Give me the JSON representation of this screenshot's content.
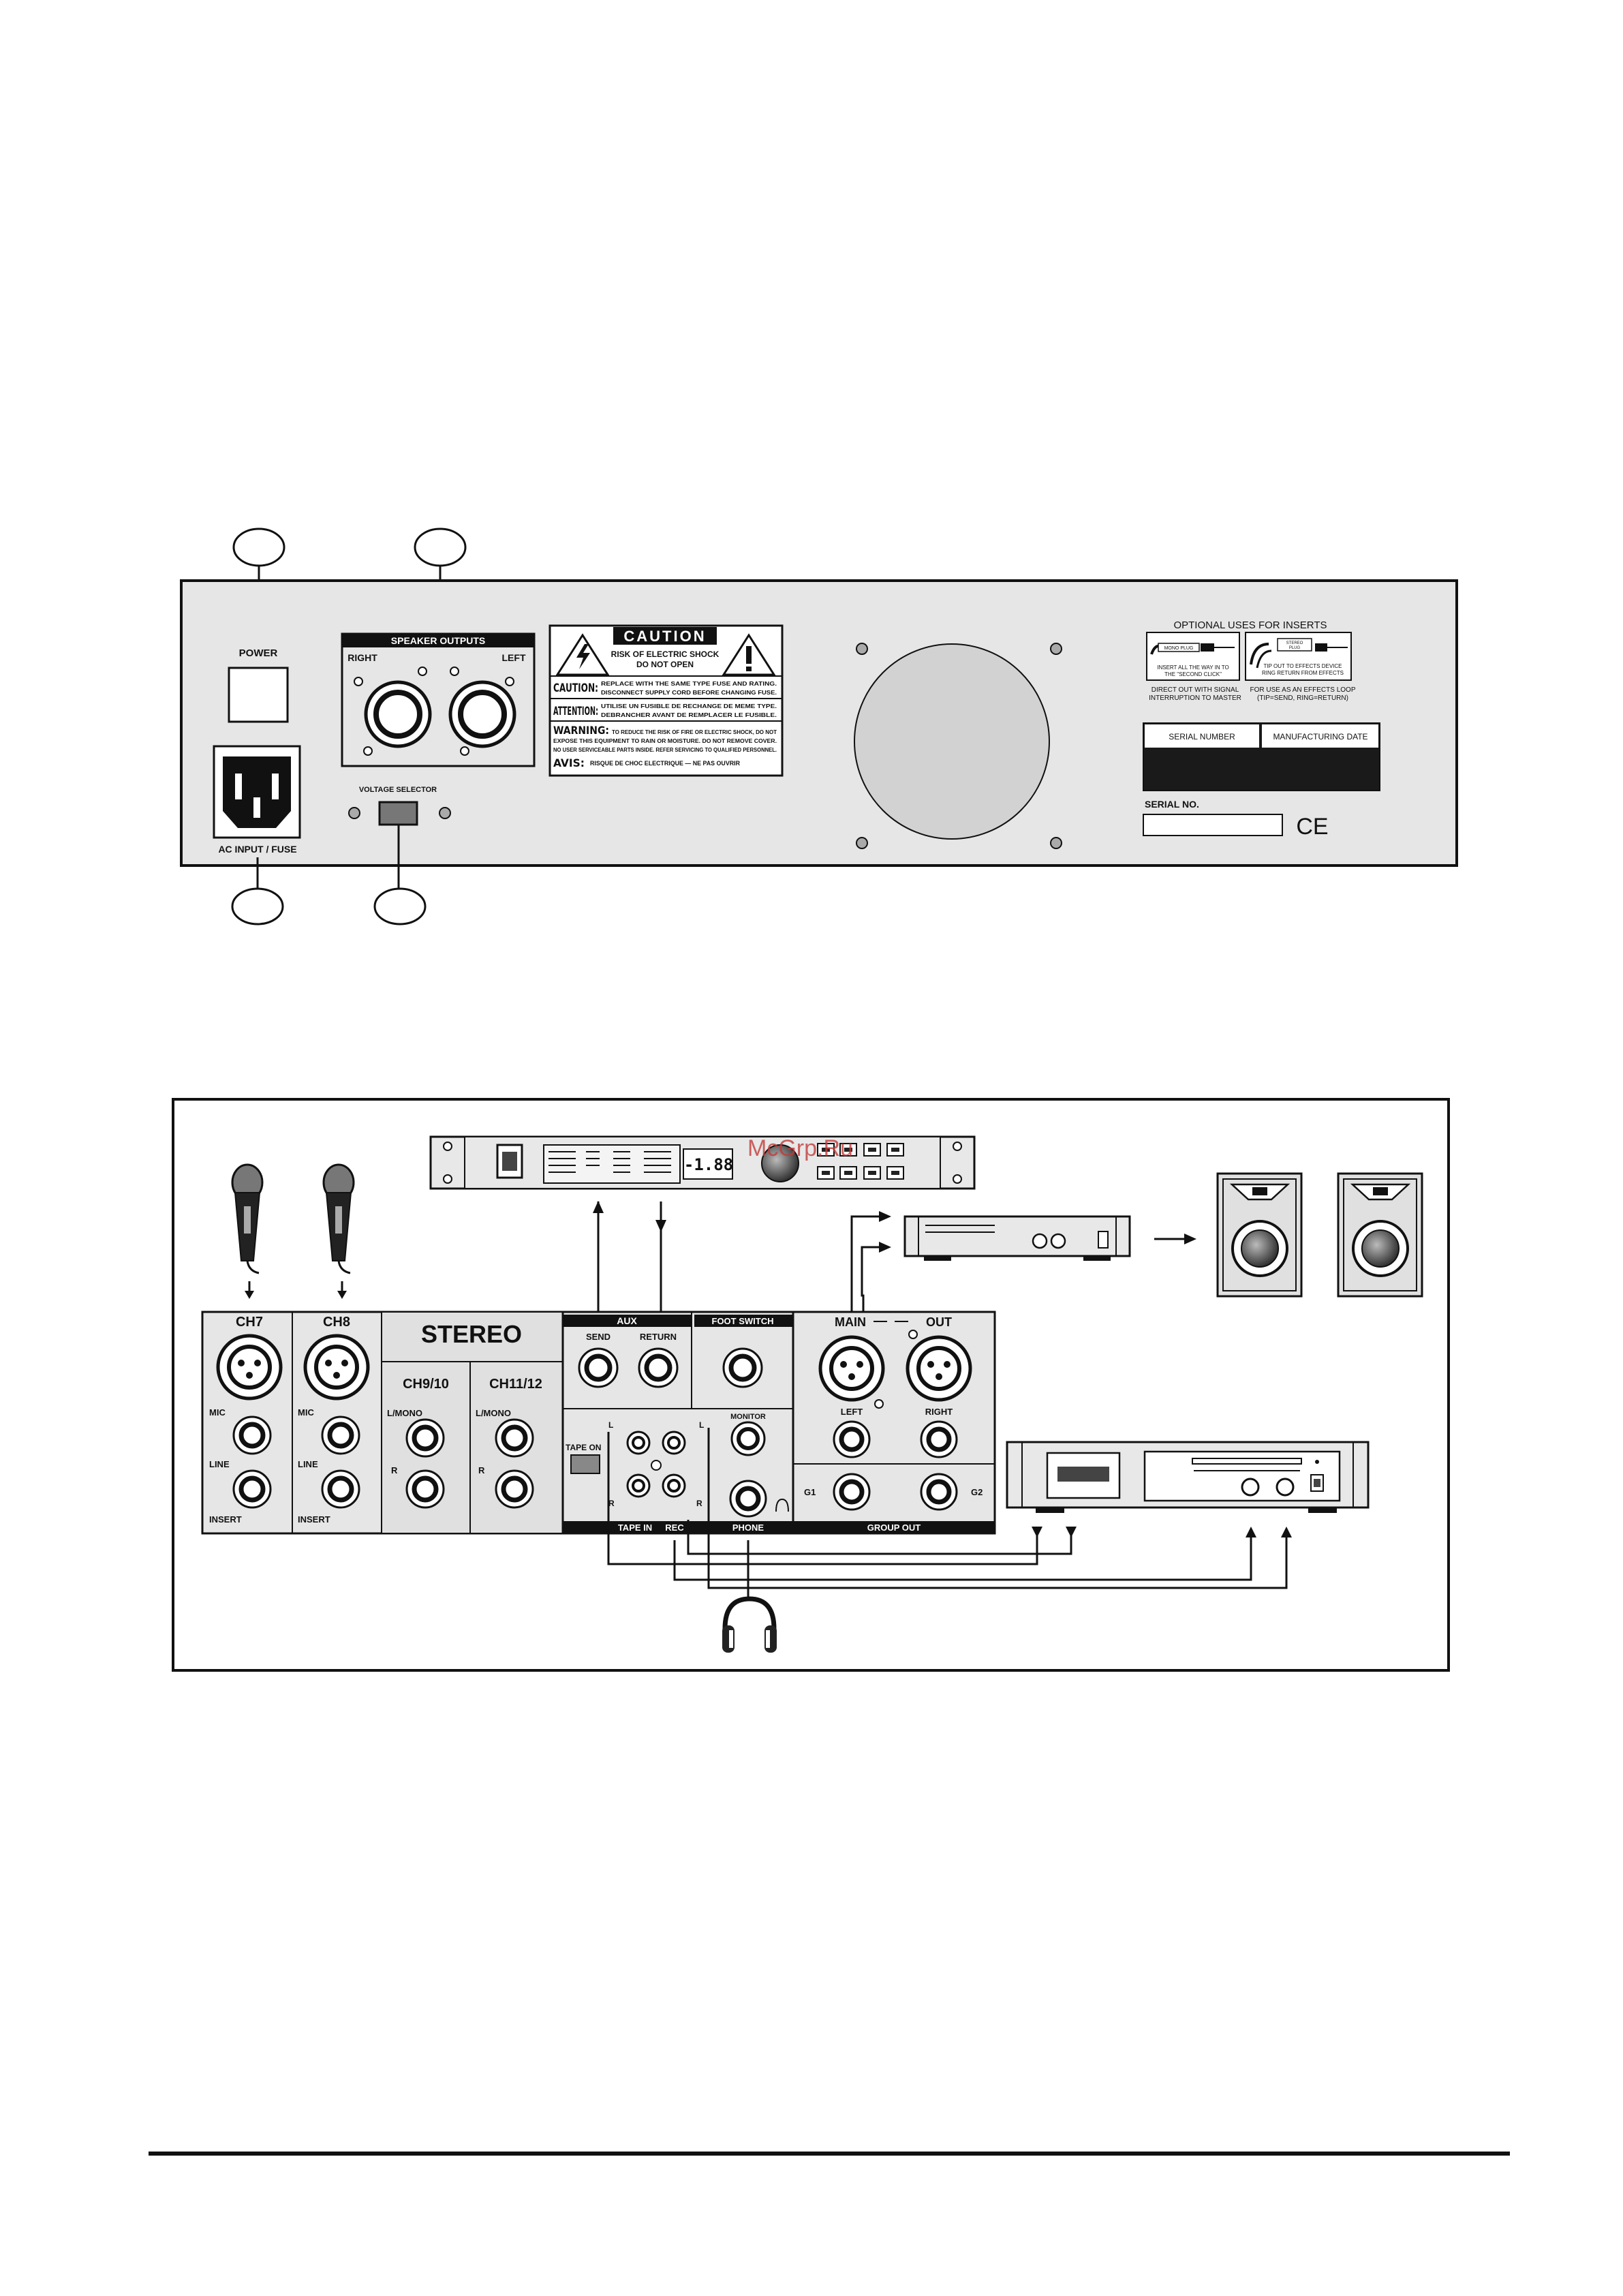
{
  "rear_panel": {
    "power_label": "POWER",
    "ac_input_label": "AC INPUT / FUSE",
    "voltage_selector_label": "VOLTAGE SELECTOR",
    "speaker_outputs_title": "SPEAKER OUTPUTS",
    "speaker_right": "RIGHT",
    "speaker_left": "LEFT",
    "caution": {
      "title": "CAUTION",
      "risk_line1": "RISK OF ELECTRIC SHOCK",
      "risk_line2": "DO NOT OPEN",
      "caution_word": "CAUTION:",
      "caution_l1": "REPLACE WITH THE SAME TYPE FUSE AND RATING.",
      "caution_l2": "DISCONNECT SUPPLY CORD BEFORE CHANGING FUSE.",
      "attention_word": "ATTENTION:",
      "attention_l1": "UTILISE UN FUSIBLE DE RECHANGE DE MEME TYPE.",
      "attention_l2": "DEBRANCHER AVANT DE REMPLACER LE FUSIBLE.",
      "warning_word": "WARNING:",
      "warning_l1": "TO REDUCE THE RISK OF FIRE OR ELECTRIC SHOCK, DO NOT",
      "warning_l2": "EXPOSE THIS EQUIPMENT TO RAIN OR MOISTURE. DO NOT REMOVE COVER.",
      "warning_l3": "NO USER SERVICEABLE PARTS INSIDE. REFER SERVICING TO QUALIFIED PERSONNEL.",
      "avis_word": "AVIS:",
      "avis_text": "RISQUE DE CHOC ELECTRIQUE — NE PAS OUVRIR"
    },
    "optional_inserts_title": "OPTIONAL USES FOR INSERTS",
    "mono_plug": "MONO PLUG",
    "stereo_plug_l1": "STEREO",
    "stereo_plug_l2": "PLUG",
    "insert_text_l1": "INSERT ALL THE WAY IN TO",
    "insert_text_l2": "THE \"SECOND CLICK\"",
    "tip_text_l1": "TIP OUT TO EFFECTS DEVICE",
    "tip_text_l2": "RING RETURN FROM EFFECTS",
    "direct_out_l1": "DIRECT OUT WITH SIGNAL",
    "direct_out_l2": "INTERRUPTION TO MASTER",
    "effects_loop_l1": "FOR USE AS AN EFFECTS LOOP",
    "effects_loop_l2": "(TIP=SEND, RING=RETURN)",
    "serial_number_header": "SERIAL NUMBER",
    "manufacturing_date_header": "MANUFACTURING DATE",
    "serial_no_label": "SERIAL NO.",
    "ce_mark": "CE"
  },
  "connection_diagram": {
    "watermark": "McGrp.Ru",
    "effects_display": "-1.88",
    "ch7": "CH7",
    "ch8": "CH8",
    "stereo": "STEREO",
    "ch9_10": "CH9/10",
    "ch11_12": "CH11/12",
    "mic": "MIC",
    "line": "LINE",
    "insert": "INSERT",
    "l_mono": "L/MONO",
    "r": "R",
    "l": "L",
    "aux": "AUX",
    "send": "SEND",
    "return": "RETURN",
    "foot_switch": "FOOT SWITCH",
    "tape_on": "TAPE ON",
    "monitor": "MONITOR",
    "tape_in": "TAPE IN",
    "rec": "REC",
    "phone": "PHONE",
    "main": "MAIN",
    "out": "OUT",
    "left": "LEFT",
    "right": "RIGHT",
    "g1": "G1",
    "g2": "G2",
    "group_out": "GROUP OUT"
  }
}
